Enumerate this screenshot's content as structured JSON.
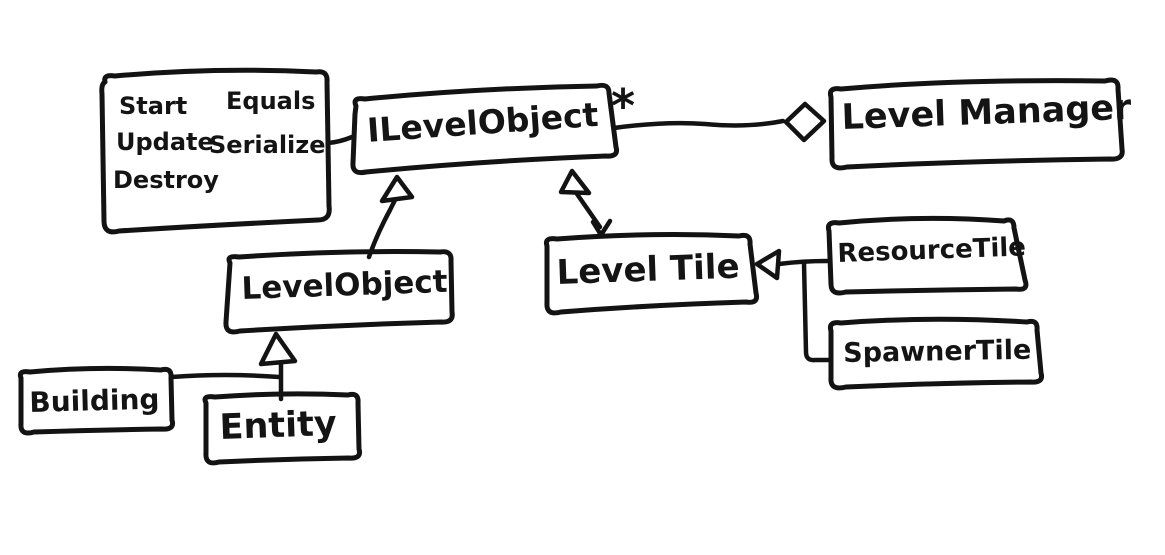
{
  "diagram": {
    "kind": "hand-drawn UML class diagram",
    "ink_color": "#131313",
    "background_color": "#ffffff",
    "nodes": {
      "methods_note": {
        "col1": [
          "Start",
          "Update",
          "Destroy"
        ],
        "col2": [
          "Equals",
          "Serialize"
        ]
      },
      "ilevelobject": {
        "label": "ILevelObject",
        "multiplicity": "*"
      },
      "levelmanager": {
        "label": "Level Manager"
      },
      "levelobject": {
        "label": "LevelObject"
      },
      "leveltile": {
        "label": "Level Tile"
      },
      "resourcetile": {
        "label": "ResourceTile"
      },
      "spawnertile": {
        "label": "SpawnerTile"
      },
      "building": {
        "label": "Building"
      },
      "entity": {
        "label": "Entity"
      }
    },
    "edges": [
      {
        "from": "methods_note",
        "to": "ILevelObject",
        "type": "attachment"
      },
      {
        "from": "ILevelObject",
        "to": "LevelManager",
        "type": "aggregation",
        "multiplicity": "*"
      },
      {
        "from": "LevelObject",
        "to": "ILevelObject",
        "type": "inheritance"
      },
      {
        "from": "LevelTile",
        "to": "ILevelObject",
        "type": "inheritance"
      },
      {
        "from": "Building",
        "to": "LevelObject",
        "type": "inheritance"
      },
      {
        "from": "Entity",
        "to": "LevelObject",
        "type": "inheritance"
      },
      {
        "from": "ResourceTile",
        "to": "LevelTile",
        "type": "inheritance"
      },
      {
        "from": "SpawnerTile",
        "to": "LevelTile",
        "type": "inheritance"
      }
    ]
  }
}
